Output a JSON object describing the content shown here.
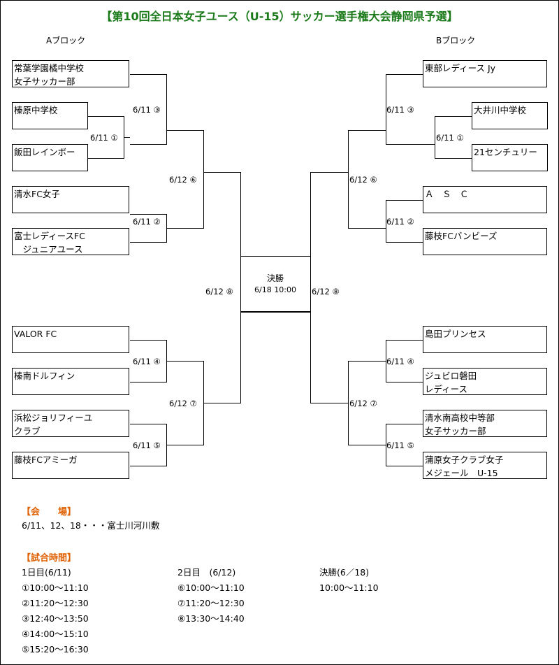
{
  "title": "【第10回全日本女子ユース（U-15）サッカー選手権大会静岡県予選】",
  "blocks": {
    "a": "Aブロック",
    "b": "Bブロック"
  },
  "teams_a": [
    {
      "l1": "常葉学園橘中学校",
      "l2": "女子サッカー部"
    },
    {
      "l1": "榛原中学校",
      "l2": ""
    },
    {
      "l1": "飯田レインボー",
      "l2": ""
    },
    {
      "l1": "清水FC女子",
      "l2": ""
    },
    {
      "l1": "富士レディースFC",
      "l2": "　ジュニアユース"
    },
    {
      "l1": "VALOR FC",
      "l2": ""
    },
    {
      "l1": "榛南ドルフィン",
      "l2": ""
    },
    {
      "l1": "浜松ジョリフィーユ",
      "l2": "クラブ"
    },
    {
      "l1": "藤枝FCアミーガ",
      "l2": ""
    }
  ],
  "teams_b": [
    {
      "l1": "東部レディース Jy",
      "l2": ""
    },
    {
      "l1": "大井川中学校",
      "l2": ""
    },
    {
      "l1": "21センチュリー",
      "l2": ""
    },
    {
      "l1": "Ａ　Ｓ　Ｃ",
      "l2": ""
    },
    {
      "l1": "藤枝FCバンビーズ",
      "l2": ""
    },
    {
      "l1": "島田プリンセス",
      "l2": ""
    },
    {
      "l1": "ジュビロ磐田",
      "l2": "レディース"
    },
    {
      "l1": "清水南高校中等部",
      "l2": "女子サッカー部"
    },
    {
      "l1": "蒲原女子クラブ女子",
      "l2": "メジェール　U-15"
    }
  ],
  "matches": {
    "a1": "6/11 ①",
    "a2": "6/11 ②",
    "a3": "6/11 ③",
    "a4": "6/11 ④",
    "a5": "6/11 ⑤",
    "a6": "6/12 ⑥",
    "a7": "6/12 ⑦",
    "a8": "6/12 ⑧",
    "b1": "6/11 ①",
    "b2": "6/11 ②",
    "b3": "6/11 ③",
    "b4": "6/11 ④",
    "b5": "6/11 ⑤",
    "b6": "6/12 ⑥",
    "b7": "6/12 ⑦",
    "b8": "6/12 ⑧"
  },
  "final": {
    "label": "決勝",
    "datetime": "6/18 10:00"
  },
  "venue": {
    "heading": "【会　　場】",
    "text": "6/11、12、18・・・富士川河川敷"
  },
  "schedule": {
    "heading": "【試合時間】",
    "day1": {
      "title": "1日目(6/11)",
      "slots": [
        "①10:00～11:10",
        "②11:20～12:30",
        "③12:40～13:50",
        "④14:00～15:10",
        "⑤15:20～16:30"
      ]
    },
    "day2": {
      "title": "2日目　(6/12)",
      "slots": [
        "⑥10:00～11:10",
        "⑦11:20～12:30",
        "⑧13:30～14:40"
      ]
    },
    "final": {
      "title": "決勝(6／18)",
      "slots": [
        "10:00～11:10"
      ]
    }
  },
  "colors": {
    "title": "#1a7a1a",
    "section": "#e06000",
    "line": "#000000"
  }
}
